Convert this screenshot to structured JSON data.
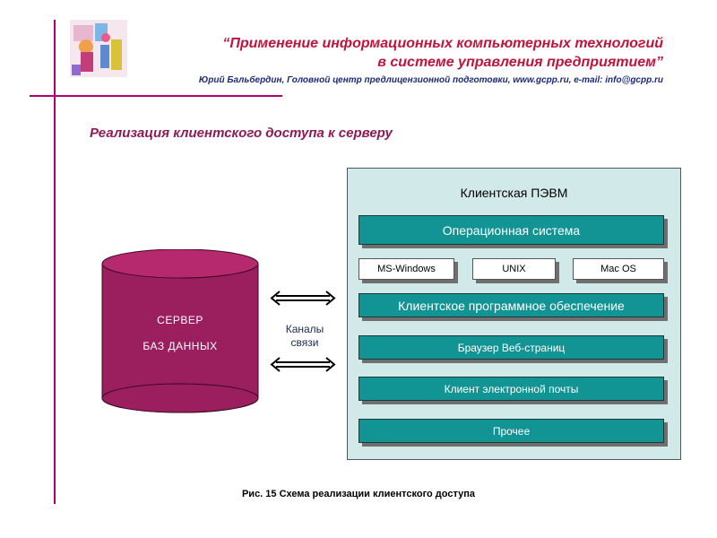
{
  "header": {
    "title_line1": "“Применение информационных компьютерных технологий",
    "title_line2": "в системе управления предприятием”",
    "author": "Юрий Бальбердин, Головной центр предлицензионной подготовки, www.gcpp.ru, e-mail: info@gcpp.ru"
  },
  "subtitle": "Реализация клиентского доступа к серверу",
  "server": {
    "line1": "СЕРВЕР",
    "line2": "БАЗ ДАННЫХ"
  },
  "channels": {
    "line1": "Каналы",
    "line2": "связи"
  },
  "client": {
    "title": "Клиентская ПЭВМ",
    "os": "Операционная система",
    "os_options": [
      "MS-Windows",
      "UNIX",
      "Mac OS"
    ],
    "software": "Клиентское программное обеспечение",
    "browser": "Браузер Веб-страниц",
    "mail": "Клиент электронной почты",
    "other": "Прочее"
  },
  "caption": "Рис. 15  Схема реализации клиентского доступа",
  "colors": {
    "accent": "#b1006e",
    "title": "#c0143c",
    "teal": "#139494",
    "panel": "#d2e9e9",
    "cylinder": "#9b1f5e"
  }
}
